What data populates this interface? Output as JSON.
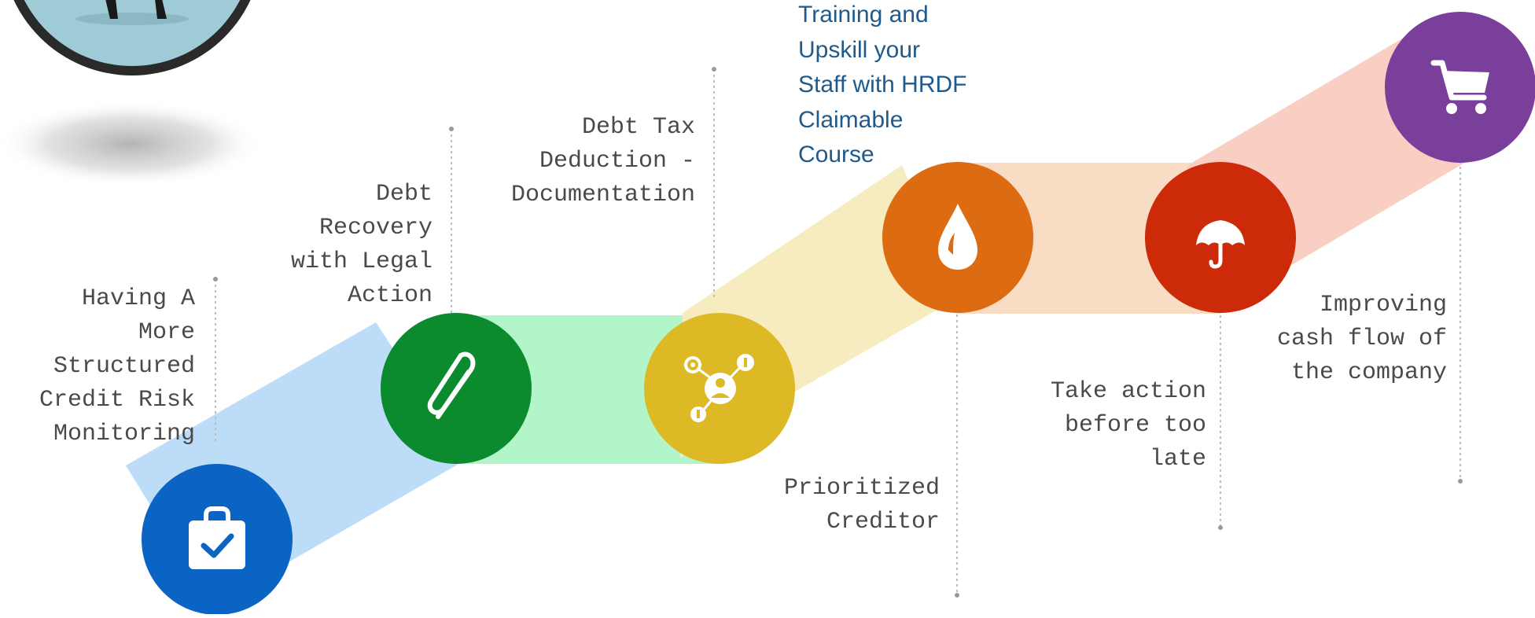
{
  "diagram": {
    "steps": [
      {
        "icon": "shopping-bag-check-icon",
        "color": "#0b63c4",
        "label_lines": [
          "Having A",
          "More",
          "Structured",
          "Credit Risk",
          "Monitoring"
        ]
      },
      {
        "icon": "paperclip-icon",
        "color": "#0b8a2e",
        "label_lines": [
          "Debt",
          "Recovery",
          "with Legal",
          "Action"
        ]
      },
      {
        "icon": "social-network-icon",
        "color": "#ddb925",
        "label_lines": [
          "Debt Tax",
          "Deduction -",
          "Documentation"
        ]
      },
      {
        "icon": "water-drop-icon",
        "color": "#dd6b12",
        "label_lines": [
          "Prioritized",
          "Creditor"
        ]
      },
      {
        "icon": "umbrella-icon",
        "color": "#cd2a0a",
        "label_lines": [
          "Take action",
          "before too",
          "late"
        ]
      },
      {
        "icon": "shopping-cart-icon",
        "color": "#7a3f9a",
        "label_lines": [
          "Improving",
          "cash flow of",
          "the company"
        ]
      }
    ],
    "callout_lines": [
      "Training and",
      "Upskill your",
      "Staff with HRDF",
      "Claimable",
      "Course"
    ],
    "band_colors": [
      "#bcdcf8",
      "#b2f5c8",
      "#f7ecbf",
      "#f9dcc4",
      "#f9cfc4"
    ],
    "callout_color": "#1f5a8c"
  }
}
